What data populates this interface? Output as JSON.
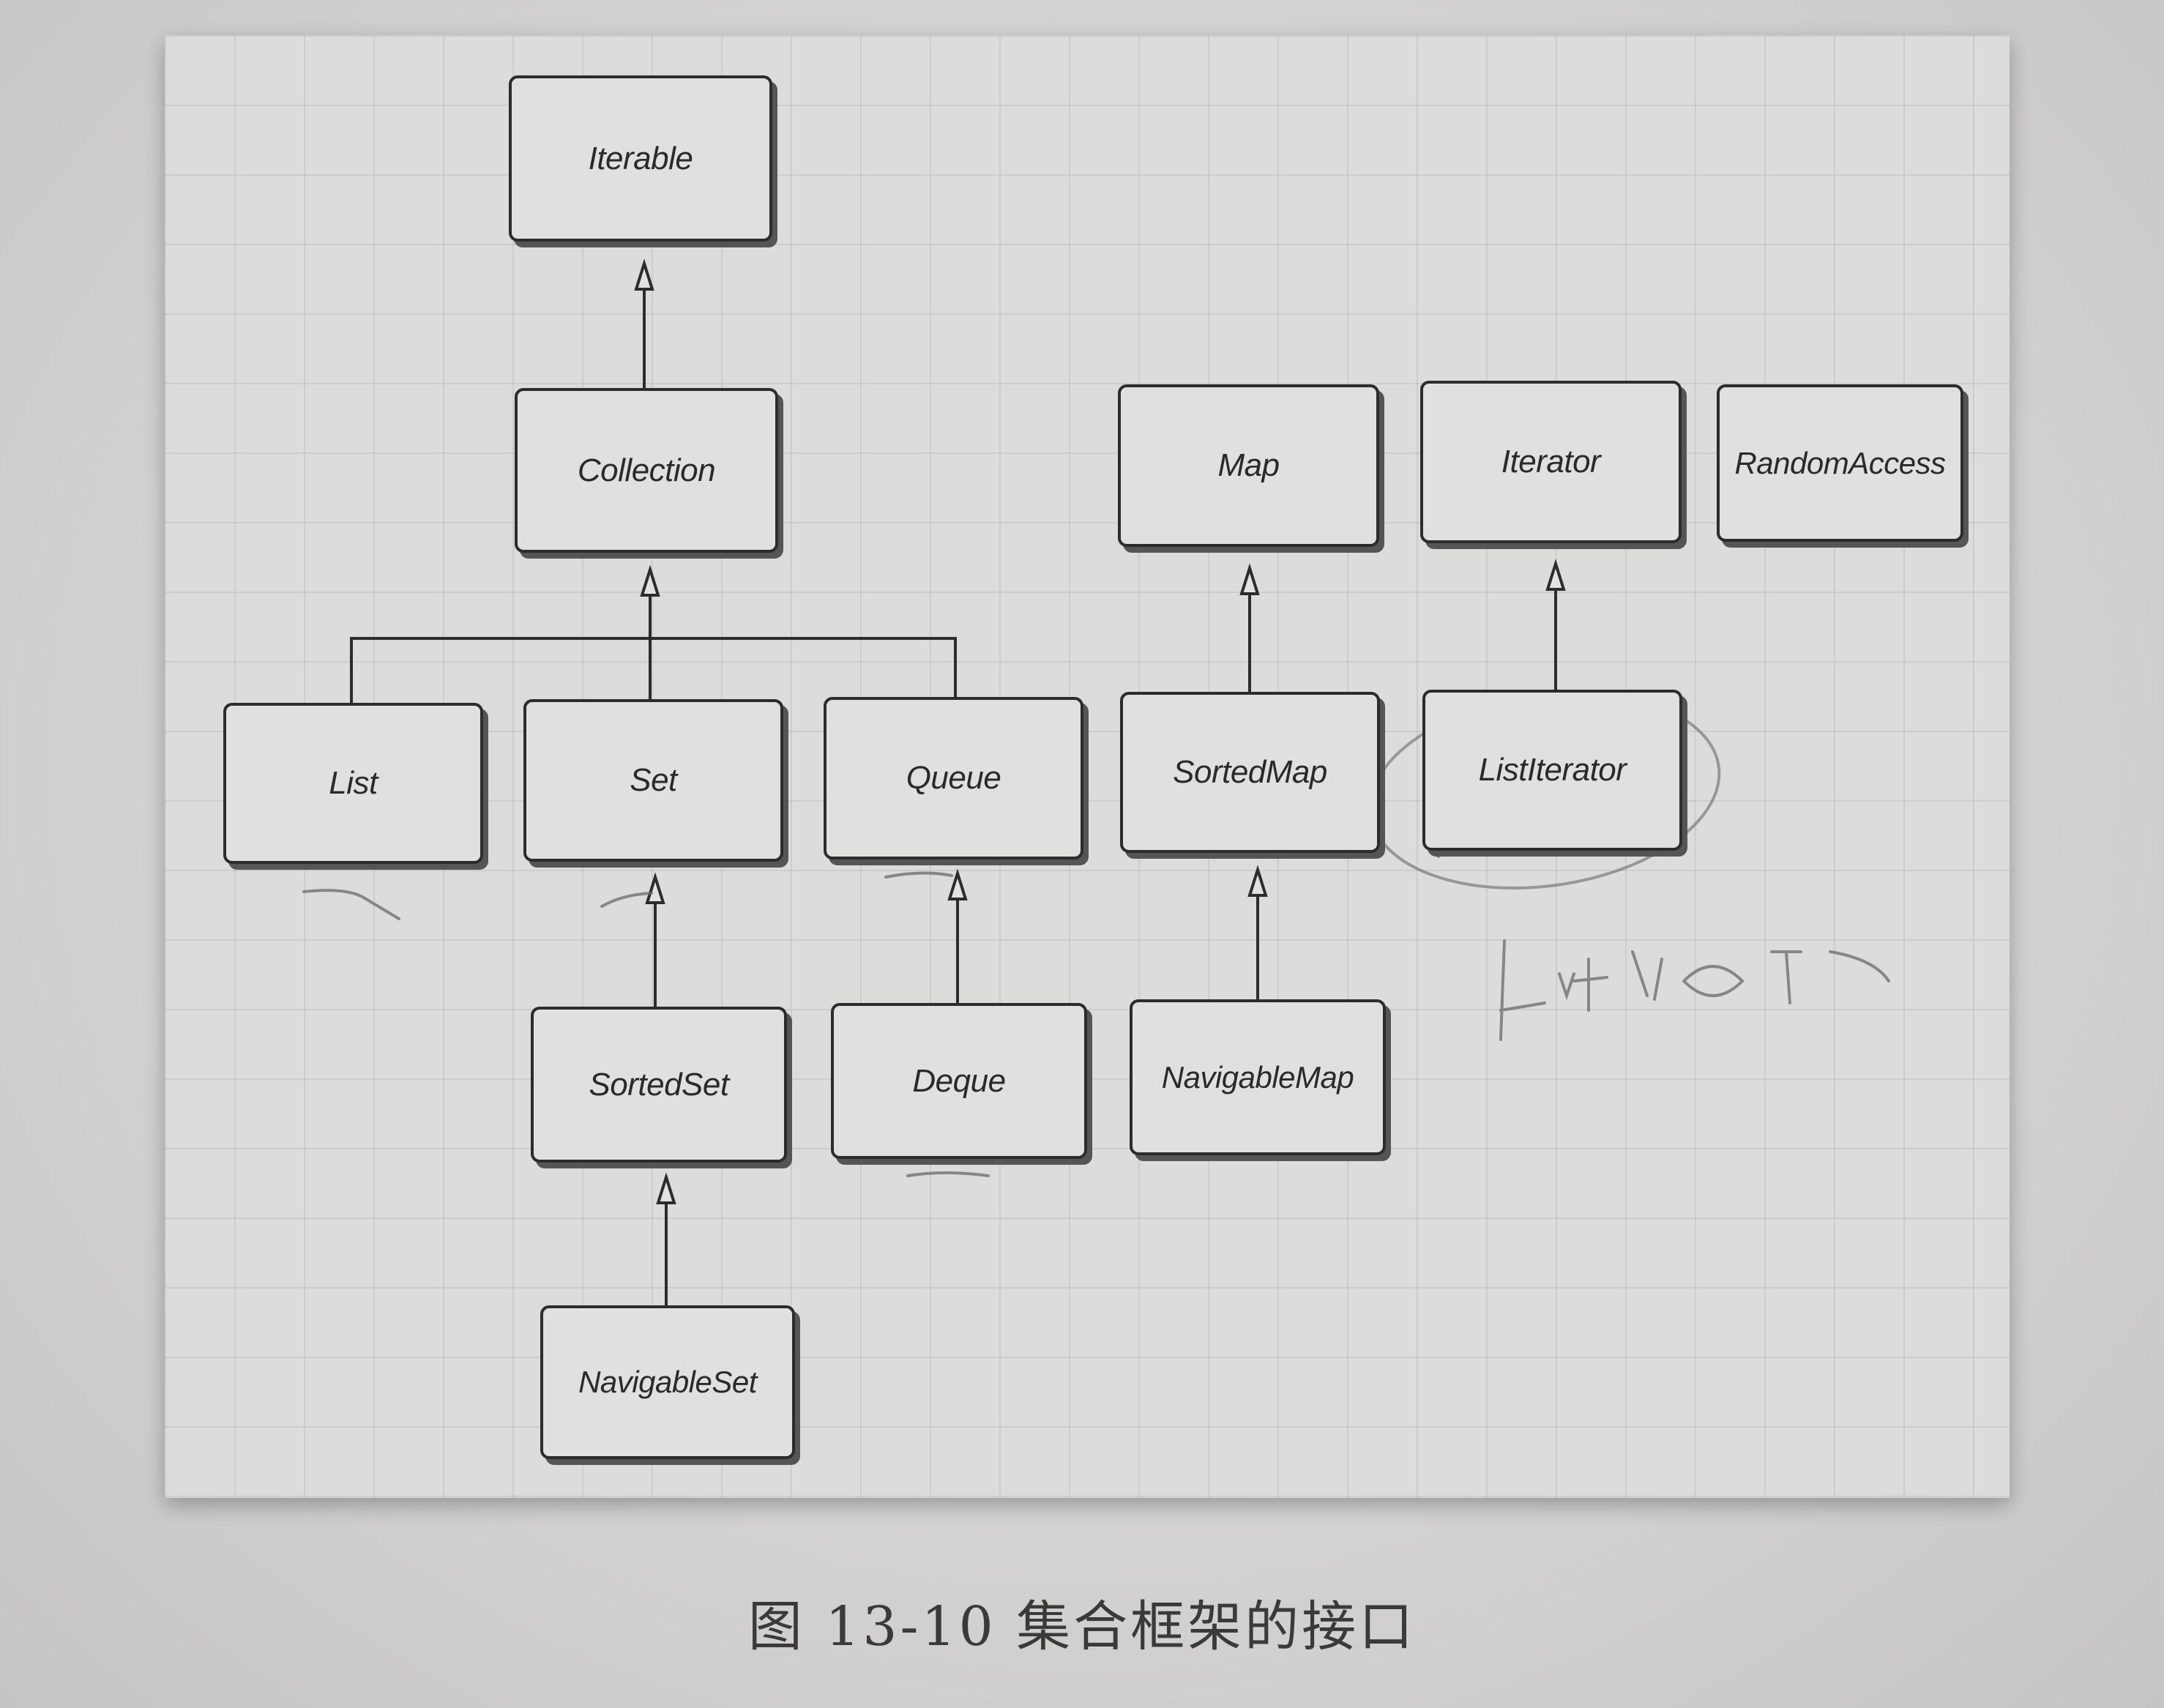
{
  "diagram": {
    "nodes": {
      "iterable": "Iterable",
      "collection": "Collection",
      "map": "Map",
      "iterator": "Iterator",
      "random_access": "RandomAccess",
      "list": "List",
      "set": "Set",
      "queue": "Queue",
      "sorted_map": "SortedMap",
      "list_iterator": "ListIterator",
      "sorted_set": "SortedSet",
      "deque": "Deque",
      "navigable_map": "NavigableMap",
      "navigable_set": "NavigableSet"
    },
    "relationships": [
      {
        "from": "Collection",
        "to": "Iterable"
      },
      {
        "from": "List",
        "to": "Collection"
      },
      {
        "from": "Set",
        "to": "Collection"
      },
      {
        "from": "Queue",
        "to": "Collection"
      },
      {
        "from": "SortedMap",
        "to": "Map"
      },
      {
        "from": "ListIterator",
        "to": "Iterator"
      },
      {
        "from": "SortedSet",
        "to": "Set"
      },
      {
        "from": "Deque",
        "to": "Queue"
      },
      {
        "from": "NavigableMap",
        "to": "SortedMap"
      },
      {
        "from": "NavigableSet",
        "to": "SortedSet"
      }
    ]
  },
  "caption": "图 13-10   集合框架的接口"
}
